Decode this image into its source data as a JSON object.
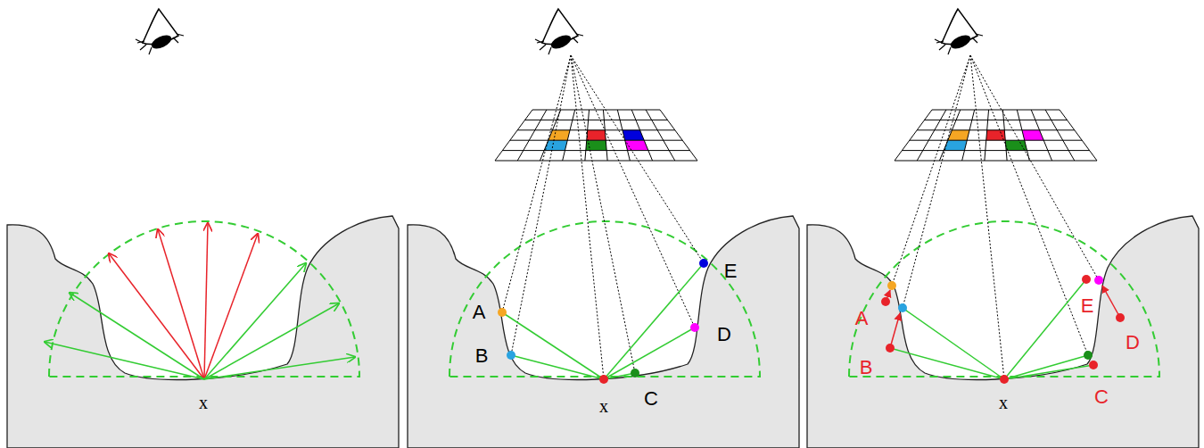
{
  "diagram": {
    "labels": [
      "x",
      "A",
      "B",
      "x",
      "C",
      "D",
      "E",
      "A",
      "B",
      "x",
      "C",
      "D",
      "E"
    ]
  }
}
